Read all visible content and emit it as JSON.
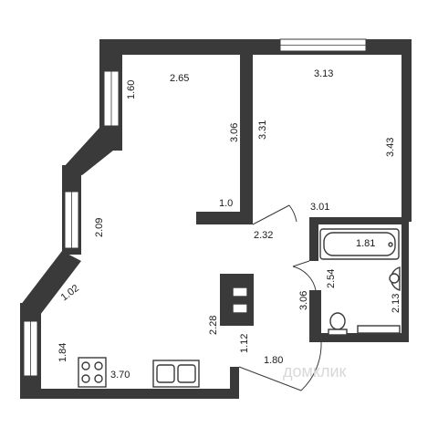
{
  "dimensions": {
    "d_265": "2.65",
    "d_160": "1.60",
    "d_313": "3.13",
    "d_306_top": "3.06",
    "d_331": "3.31",
    "d_343": "3.43",
    "d_209": "2.09",
    "d_10": "1.0",
    "d_301": "3.01",
    "d_232": "2.32",
    "d_181": "1.81",
    "d_254": "2.54",
    "d_102": "1.02",
    "d_306_mid": "3.06",
    "d_213": "2.13",
    "d_228": "2.28",
    "d_184": "1.84",
    "d_112": "1.12",
    "d_180": "1.80",
    "d_370": "3.70"
  },
  "watermark": "домклик",
  "colors": {
    "wall": "#3a3a3a",
    "background": "#ffffff"
  }
}
